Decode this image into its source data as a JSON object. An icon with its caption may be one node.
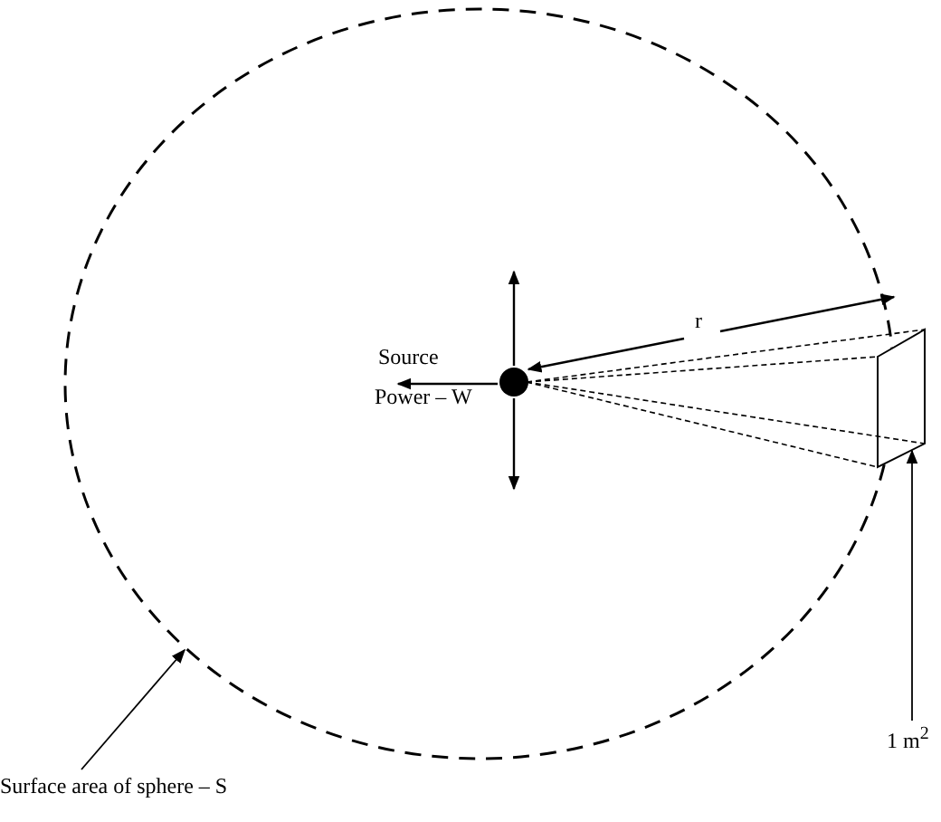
{
  "diagram": {
    "nodes": [
      {
        "text": [],
        "shape": "circle"
      },
      {
        "text": [],
        "shape": "circle",
        "in": 0,
        "beside": [
          "Source",
          "Power – W"
        ]
      },
      {
        "text": [
          "Surface area of sphere – S"
        ]
      },
      {
        "text": [],
        "shape": "box"
      },
      {
        "text": [
          "1 m$^{2}$"
        ]
      }
    ],
    "edges": [
      {
        "from": 2,
        "to": 0,
        "arrow": "to"
      },
      {
        "from": 4,
        "to": 3,
        "arrow": "to"
      }
    ],
    "labels": [
      "r"
    ]
  }
}
